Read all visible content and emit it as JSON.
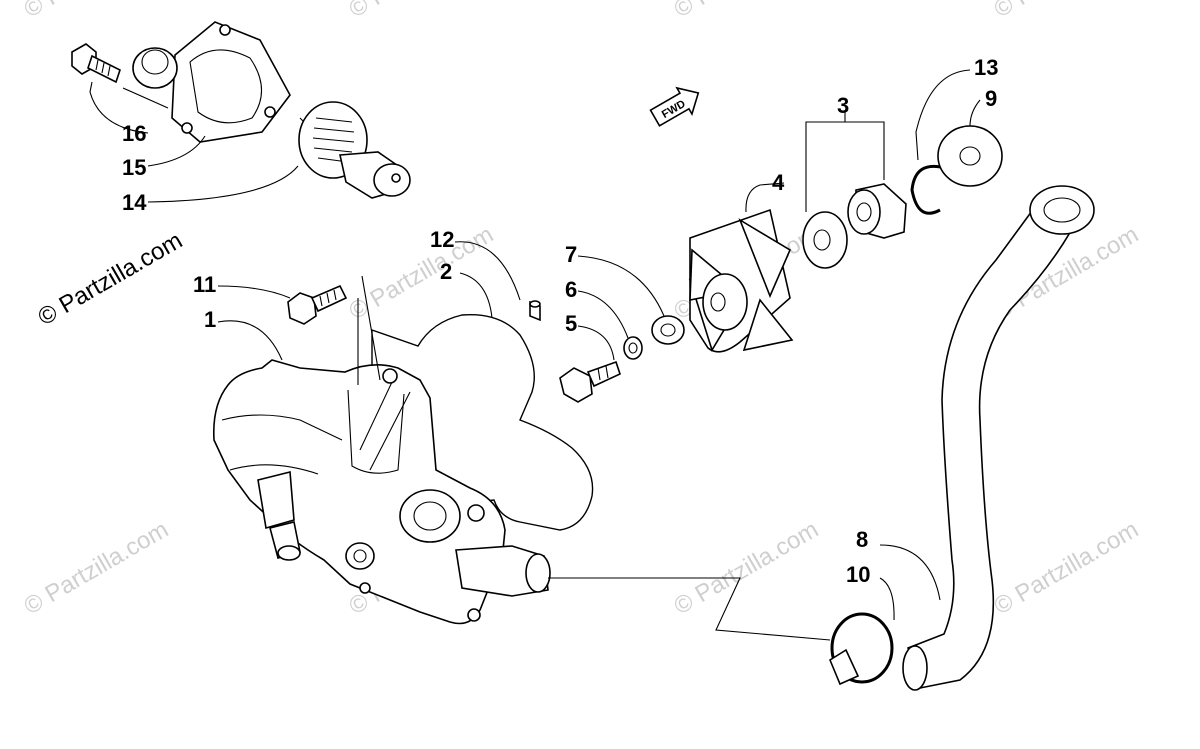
{
  "callouts": {
    "c1": "1",
    "c2": "2",
    "c3": "3",
    "c4": "4",
    "c5": "5",
    "c6": "6",
    "c7": "7",
    "c8": "8",
    "c9": "9",
    "c10": "10",
    "c11": "11",
    "c12": "12",
    "c13": "13",
    "c14": "14",
    "c15": "15",
    "c16": "16"
  },
  "fwd_label": "FWD",
  "watermark": "© Partzilla.com",
  "watermark_main": "© Partzilla.com",
  "colors": {
    "line": "#000000",
    "watermark": "#cfcfcf",
    "background": "#ffffff"
  }
}
